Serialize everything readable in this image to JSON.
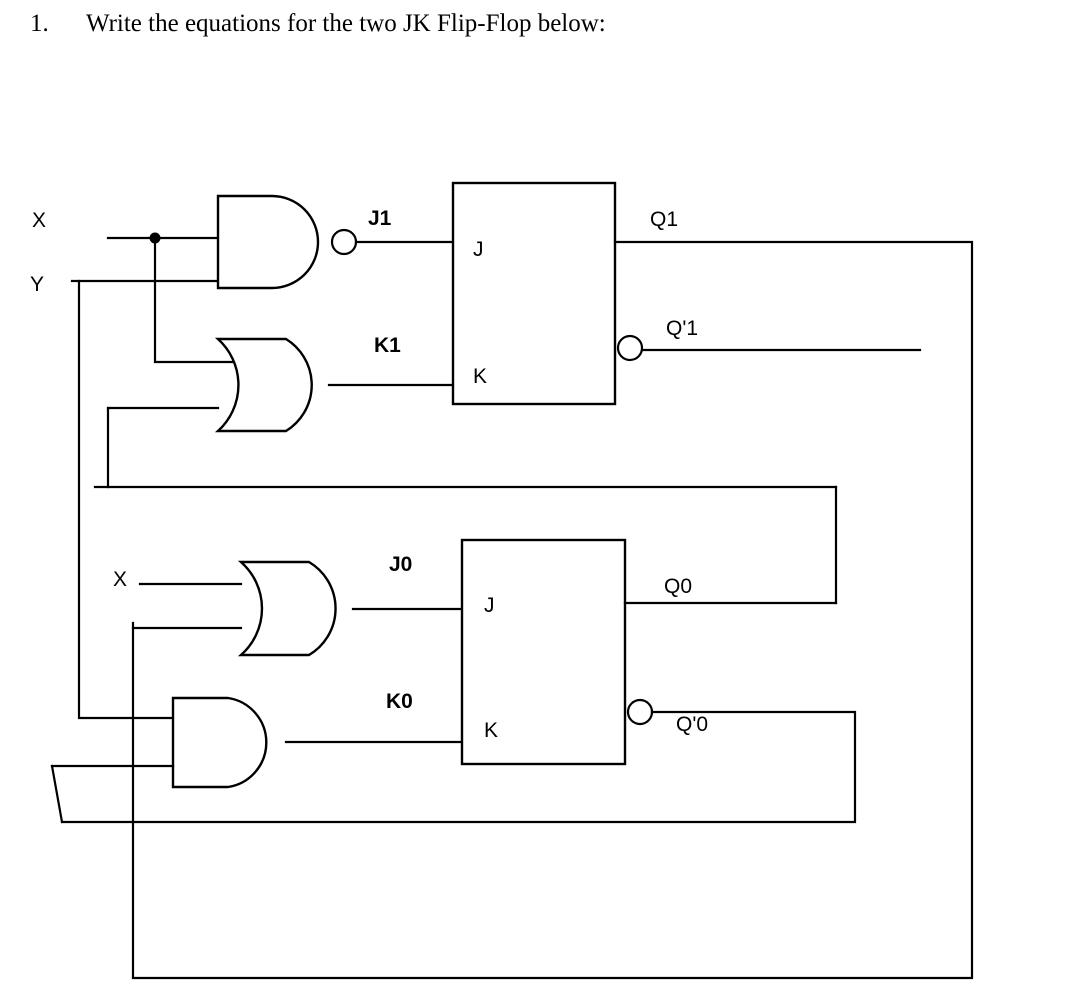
{
  "document": {
    "question_number": "1.",
    "question_text": "Write the equations for the two JK Flip-Flop below:"
  },
  "diagram": {
    "type": "logic-circuit",
    "description": "Two JK flip-flops with combinational input logic",
    "inputs": [
      {
        "id": "x-top",
        "label": "X"
      },
      {
        "id": "y-top",
        "label": "Y"
      },
      {
        "id": "x-bottom",
        "label": "X"
      }
    ],
    "gates": [
      {
        "id": "nand-j1",
        "type": "NAND",
        "output_label": "J1"
      },
      {
        "id": "or-k1",
        "type": "OR",
        "output_label": "K1"
      },
      {
        "id": "or-j0",
        "type": "OR",
        "output_label": "J0"
      },
      {
        "id": "and-k0",
        "type": "AND",
        "output_label": "K0"
      }
    ],
    "flipflops": [
      {
        "id": "ff1",
        "pin_j": "J",
        "pin_k": "K",
        "out_q": "Q1",
        "out_qbar": "Q'1"
      },
      {
        "id": "ff0",
        "pin_j": "J",
        "pin_k": "K",
        "out_q": "Q0",
        "out_qbar": "Q'0"
      }
    ],
    "signal_labels": {
      "j1": "J1",
      "k1": "K1",
      "j0": "J0",
      "k0": "K0",
      "q1": "Q1",
      "q1_bar": "Q'1",
      "q0": "Q0",
      "q0_bar": "Q'0",
      "pin_j": "J",
      "pin_k": "K",
      "x": "X",
      "y": "Y"
    },
    "colors": {
      "ink": "#000000",
      "paper": "#ffffff"
    }
  }
}
